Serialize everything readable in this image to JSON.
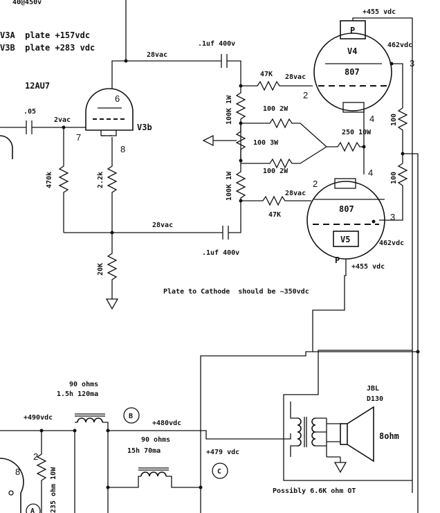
{
  "labels": {
    "top_rating": "40@450v",
    "v3a_plate": "V3A  plate +157vdc",
    "v3b_plate": "V3B  plate +283 vdc",
    "tube_12au7": "12AU7",
    "v3b": "V3b",
    "pin6": "6",
    "pin7": "7",
    "pin8": "8",
    "cap_05": ".05",
    "vac_2": "2vac",
    "r470k": "470k",
    "r22k": "2.2k",
    "r20k": "20K",
    "vac28_top": "28vac",
    "vac28_bot": "28vac",
    "cap1_val": ".1uf 400v",
    "cap2_val": ".1uf 400v",
    "r100k_top": "100K 1W",
    "r100k_bot": "100K 1W",
    "r47k_top": "47K",
    "r47k_bot": "47K",
    "vac28_g1": "28vac",
    "vac28_g2": "28vac",
    "r100_2w_top": "100 2W",
    "r100_3w": "100 3W",
    "r100_2w_bot": "100 2W",
    "r250": "250 10W",
    "r100_a": "100",
    "r100_b": "100",
    "v4_name": "V4",
    "v4_type": "807",
    "v5_name": "V5",
    "v5_type": "807",
    "v4_p": "P",
    "v5_p": "P",
    "v4_pin2": "2",
    "v4_pin3": "3",
    "v4_pin4": "4",
    "v5_pin2": "2",
    "v5_pin3": "3",
    "v5_pin4": "4",
    "v4_vdc": "+455 vdc",
    "v4_screen": "462vdc",
    "v5_vdc": "+455 vdc",
    "v5_screen": "462vdc",
    "note": "Plate to Cathode  should be ~350vdc",
    "choke1_ohms": "90 ohms",
    "choke1_spec": "1.5h 120ma",
    "choke2_ohms": "90 ohms",
    "choke2_spec": "15h 70ma",
    "v490": "+490vdc",
    "v480": "+480vdc",
    "v479": "+479 vdc",
    "node_b": "B",
    "node_c": "C",
    "node_a": "A",
    "r235": "235 ohm 10W",
    "pin8_rect": "8",
    "pin2_rect": "2",
    "spk_brand": "JBL",
    "spk_model": "D130",
    "spk_ohm": "8ohm",
    "ot_note": "Possibly 6.6K ohm OT"
  }
}
